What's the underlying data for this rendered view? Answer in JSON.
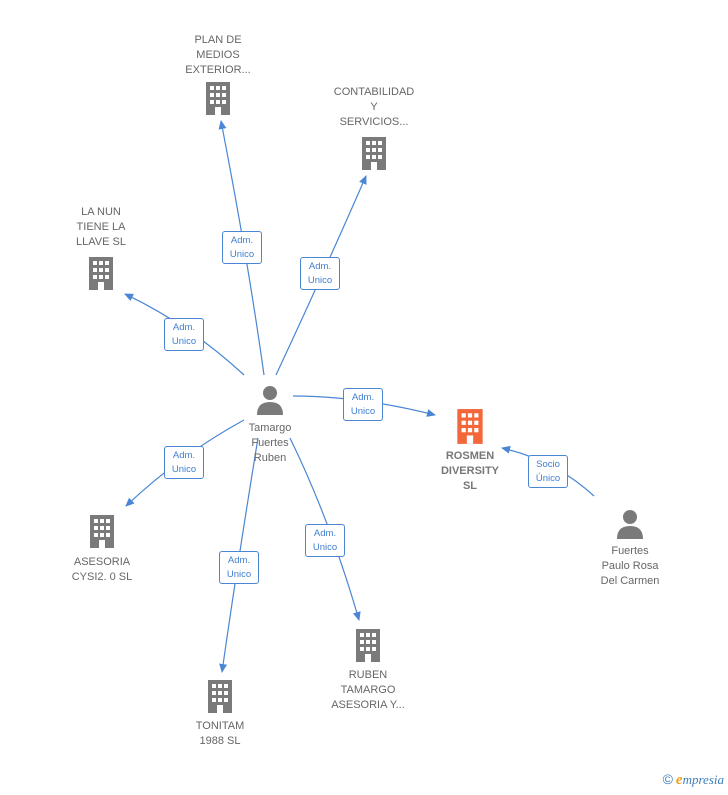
{
  "colors": {
    "company": "#7a7a7a",
    "main_company": "#f2683a",
    "person": "#7a7a7a",
    "edge": "#4a86d4"
  },
  "nodes": {
    "plan": {
      "label": "PLAN DE\nMEDIOS\nEXTERIOR..."
    },
    "contab": {
      "label": "CONTABILIDAD\nY\nSERVICIOS..."
    },
    "lanun": {
      "label": "LA NUN\nTIENE LA\nLLAVE SL"
    },
    "rosmen": {
      "label": "ROSMEN\nDIVERSITY\nSL"
    },
    "tamargo": {
      "label": "Tamargo\nFuertes\nRuben"
    },
    "fuertes": {
      "label": "Fuertes\nPaulo Rosa\nDel Carmen"
    },
    "asesoria": {
      "label": "ASESORIA\nCYSI2. 0  SL"
    },
    "tonitam": {
      "label": "TONITAM\n1988  SL"
    },
    "ruben": {
      "label": "RUBEN\nTAMARGO\nASESORIA Y..."
    }
  },
  "edges": {
    "plan": {
      "line1": "Adm.",
      "line2": "Unico"
    },
    "contab": {
      "line1": "Adm.",
      "line2": "Unico"
    },
    "lanun": {
      "line1": "Adm.",
      "line2": "Unico"
    },
    "rosmen": {
      "line1": "Adm.",
      "line2": "Unico"
    },
    "asesoria": {
      "line1": "Adm.",
      "line2": "Unico"
    },
    "tonitam": {
      "line1": "Adm.",
      "line2": "Unico"
    },
    "ruben": {
      "line1": "Adm.",
      "line2": "Unico"
    },
    "socio": {
      "line1": "Socio",
      "line2": "Único"
    }
  },
  "brand": {
    "copyright": "©",
    "initial": "e",
    "name": "mpresia"
  }
}
